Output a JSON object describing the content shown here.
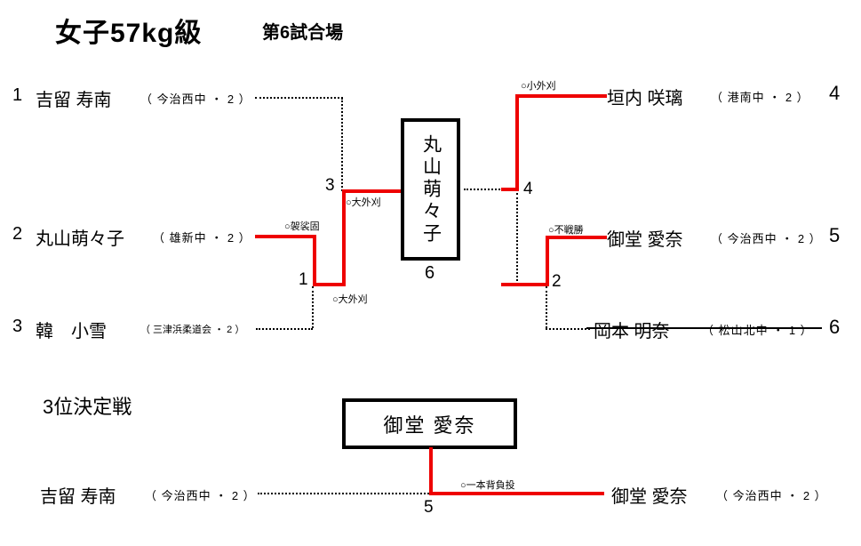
{
  "header": {
    "title": "女子57kg級",
    "venue": "第6試合場"
  },
  "colors": {
    "winner_path": "#ee0000",
    "line": "#000000"
  },
  "bracket": {
    "winner_box": {
      "name": "丸山萌々子",
      "match_no": "6"
    },
    "left": [
      {
        "seed": "1",
        "name": "吉留 寿南",
        "affiliation": "（ 今治西中 ・ 2 ）"
      },
      {
        "seed": "2",
        "name": "丸山萌々子",
        "affiliation": "（ 雄新中 ・ 2 ）"
      },
      {
        "seed": "3",
        "name": "韓　小雪",
        "affiliation": "（ 三津浜柔道会 ・ 2 ）"
      }
    ],
    "right": [
      {
        "seed": "4",
        "name": "垣内 咲璃",
        "affiliation": "（ 港南中 ・ 2 ）"
      },
      {
        "seed": "5",
        "name": "御堂 愛奈",
        "affiliation": "（ 今治西中 ・ 2 ）"
      },
      {
        "seed": "6",
        "name": "岡本 明奈",
        "affiliation": "（ 松山北中 ・ 1 ）",
        "withdrawn": true
      }
    ],
    "match_numbers": {
      "j1": "1",
      "j2": "2",
      "j3": "3",
      "j4": "4",
      "final": "6"
    },
    "techniques": {
      "row2": "○袈裟固",
      "j1": "○大外刈",
      "j3": "○大外刈",
      "j4": "○小外刈",
      "j2": "○不戦勝"
    }
  },
  "third_place": {
    "heading": "3位決定戦",
    "winner_box": {
      "name": "御堂 愛奈"
    },
    "match_no": "5",
    "technique": "○一本背負投",
    "left": {
      "name": "吉留 寿南",
      "affiliation": "（ 今治西中 ・ 2 ）"
    },
    "right": {
      "name": "御堂 愛奈",
      "affiliation": "（ 今治西中 ・ 2 ）"
    }
  }
}
